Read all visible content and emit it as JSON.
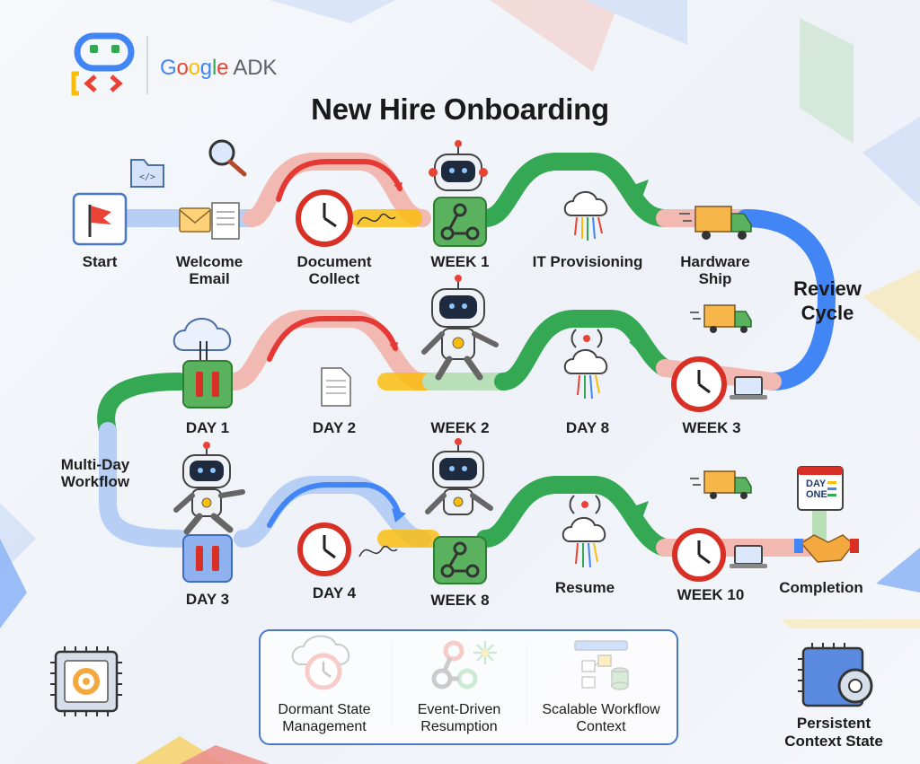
{
  "brand": {
    "name_parts": [
      "G",
      "o",
      "o",
      "g",
      "l",
      "e"
    ],
    "product": "ADK"
  },
  "title": "New Hire Onboarding",
  "steps": {
    "start": "Start",
    "welcome_email": [
      "Welcome",
      "Email"
    ],
    "document_collect": [
      "Document",
      "Collect"
    ],
    "week1": "WEEK 1",
    "it_provisioning": "IT Provisioning",
    "hardware_ship": [
      "Hardware",
      "Ship"
    ],
    "review_cycle": [
      "Review",
      "Cycle"
    ],
    "day1": "DAY 1",
    "day2": "DAY 2",
    "week2": "WEEK 2",
    "day8": "DAY 8",
    "week3": "WEEK 3",
    "multi_day": [
      "Multi-Day",
      "Workflow"
    ],
    "day3": "DAY 3",
    "day4": "DAY 4",
    "week8": "WEEK 8",
    "resume": "Resume",
    "week10": "WEEK 10",
    "completion": "Completion"
  },
  "calendar": {
    "line1": "DAY",
    "line2": "ONE"
  },
  "legend": {
    "dormant": [
      "Dormant State",
      "Management"
    ],
    "event": [
      "Event-Driven",
      "Resumption"
    ],
    "scalable": [
      "Scalable Workflow",
      "Context"
    ]
  },
  "persistent": [
    "Persistent",
    "Context State"
  ],
  "colors": {
    "red": "#ea4335",
    "green": "#34a853",
    "yellow": "#fbbc05",
    "blue": "#4285f4",
    "light_red": "#f2b8b2",
    "light_green": "#b9dfb9",
    "light_blue": "#b8cff5"
  }
}
